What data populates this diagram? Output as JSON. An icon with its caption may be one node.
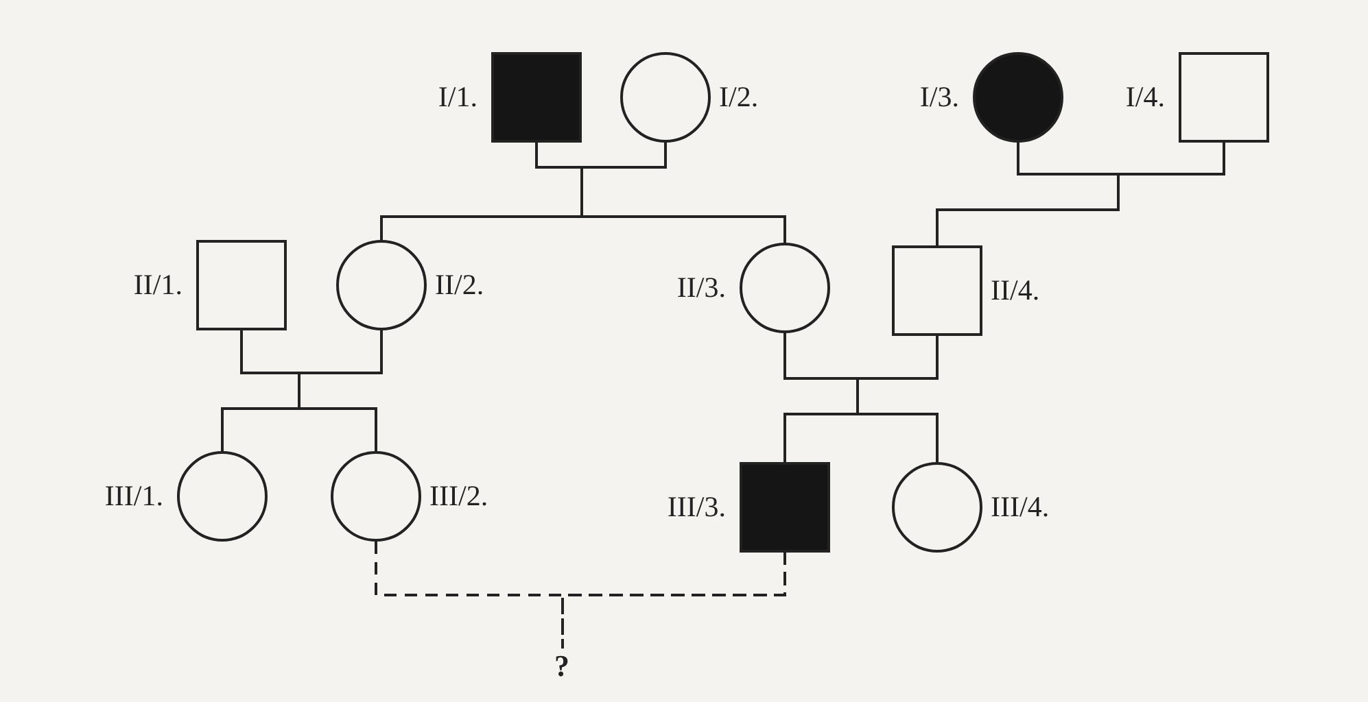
{
  "diagram": {
    "nodes": [
      {
        "text": [],
        "shape": "box",
        "beside": [
          "I/1."
        ]
      },
      {
        "text": [],
        "shape": "circle",
        "beside": [
          "I/2."
        ]
      },
      {
        "text": [],
        "shape": "circle",
        "beside": [
          "I/3."
        ]
      },
      {
        "text": [],
        "shape": "box",
        "beside": [
          "I/4."
        ]
      },
      {
        "text": [],
        "shape": "box",
        "beside": [
          "II/1."
        ]
      },
      {
        "text": [],
        "shape": "circle",
        "beside": [
          "II/2."
        ]
      },
      {
        "text": [],
        "shape": "circle",
        "beside": [
          "II/3."
        ]
      },
      {
        "text": [],
        "shape": "box",
        "beside": [
          "II/4."
        ]
      },
      {
        "text": [],
        "shape": "circle",
        "beside": [
          "III/1."
        ]
      },
      {
        "text": [],
        "shape": "circle",
        "beside": [
          "III/2."
        ]
      },
      {
        "text": [],
        "shape": "box",
        "beside": [
          "III/3."
        ]
      },
      {
        "text": [],
        "shape": "circle",
        "beside": [
          "III/4."
        ]
      },
      {
        "text": [
          "?"
        ]
      }
    ],
    "edges": [
      {
        "from": 0,
        "to": 1,
        "arrow": "none"
      },
      {
        "from": 0,
        "to": 5,
        "arrow": "none"
      },
      {
        "from": 1,
        "to": 5,
        "arrow": "none"
      },
      {
        "from": 0,
        "to": 6,
        "arrow": "none"
      },
      {
        "from": 1,
        "to": 6,
        "arrow": "none"
      },
      {
        "from": 2,
        "to": 3,
        "arrow": "none"
      },
      {
        "from": 2,
        "to": 7,
        "arrow": "none"
      },
      {
        "from": 3,
        "to": 7,
        "arrow": "none"
      },
      {
        "from": 4,
        "to": 5,
        "arrow": "none"
      },
      {
        "from": 4,
        "to": 8,
        "arrow": "none"
      },
      {
        "from": 5,
        "to": 8,
        "arrow": "none"
      },
      {
        "from": 4,
        "to": 9,
        "arrow": "none"
      },
      {
        "from": 5,
        "to": 9,
        "arrow": "none"
      },
      {
        "from": 6,
        "to": 7,
        "arrow": "none"
      },
      {
        "from": 6,
        "to": 10,
        "arrow": "none"
      },
      {
        "from": 7,
        "to": 10,
        "arrow": "none"
      },
      {
        "from": 6,
        "to": 11,
        "arrow": "none"
      },
      {
        "from": 7,
        "to": 11,
        "arrow": "none"
      },
      {
        "from": 9,
        "to": 10,
        "arrow": "none",
        "style": "dashed"
      },
      {
        "from": 9,
        "to": 12,
        "arrow": "none",
        "style": "dashed"
      },
      {
        "from": 10,
        "to": 12,
        "arrow": "none",
        "style": "dashed"
      }
    ]
  }
}
